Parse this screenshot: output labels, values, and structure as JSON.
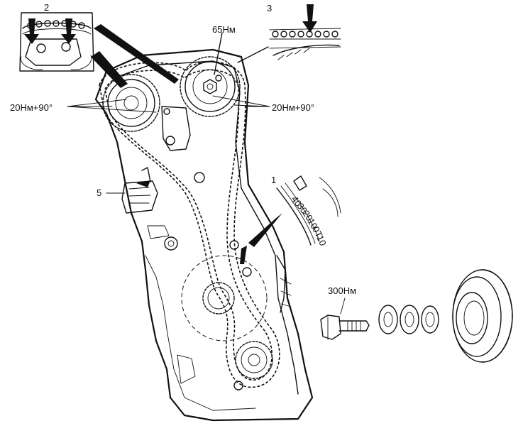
{
  "callouts": {
    "detail_2": "2",
    "detail_3": "3",
    "detail_1": "1",
    "part_5": "5",
    "torque_cam_bolt": "65Нм",
    "torque_left_bolts": "20Нм+90°",
    "torque_right_bolts": "20Нм+90°",
    "torque_crank_bolt": "300Нм"
  },
  "scale_marks": [
    "40",
    "30",
    "20",
    "10",
    "0T",
    "10"
  ],
  "colors": {
    "ink": "#111111",
    "paper": "#ffffff"
  }
}
